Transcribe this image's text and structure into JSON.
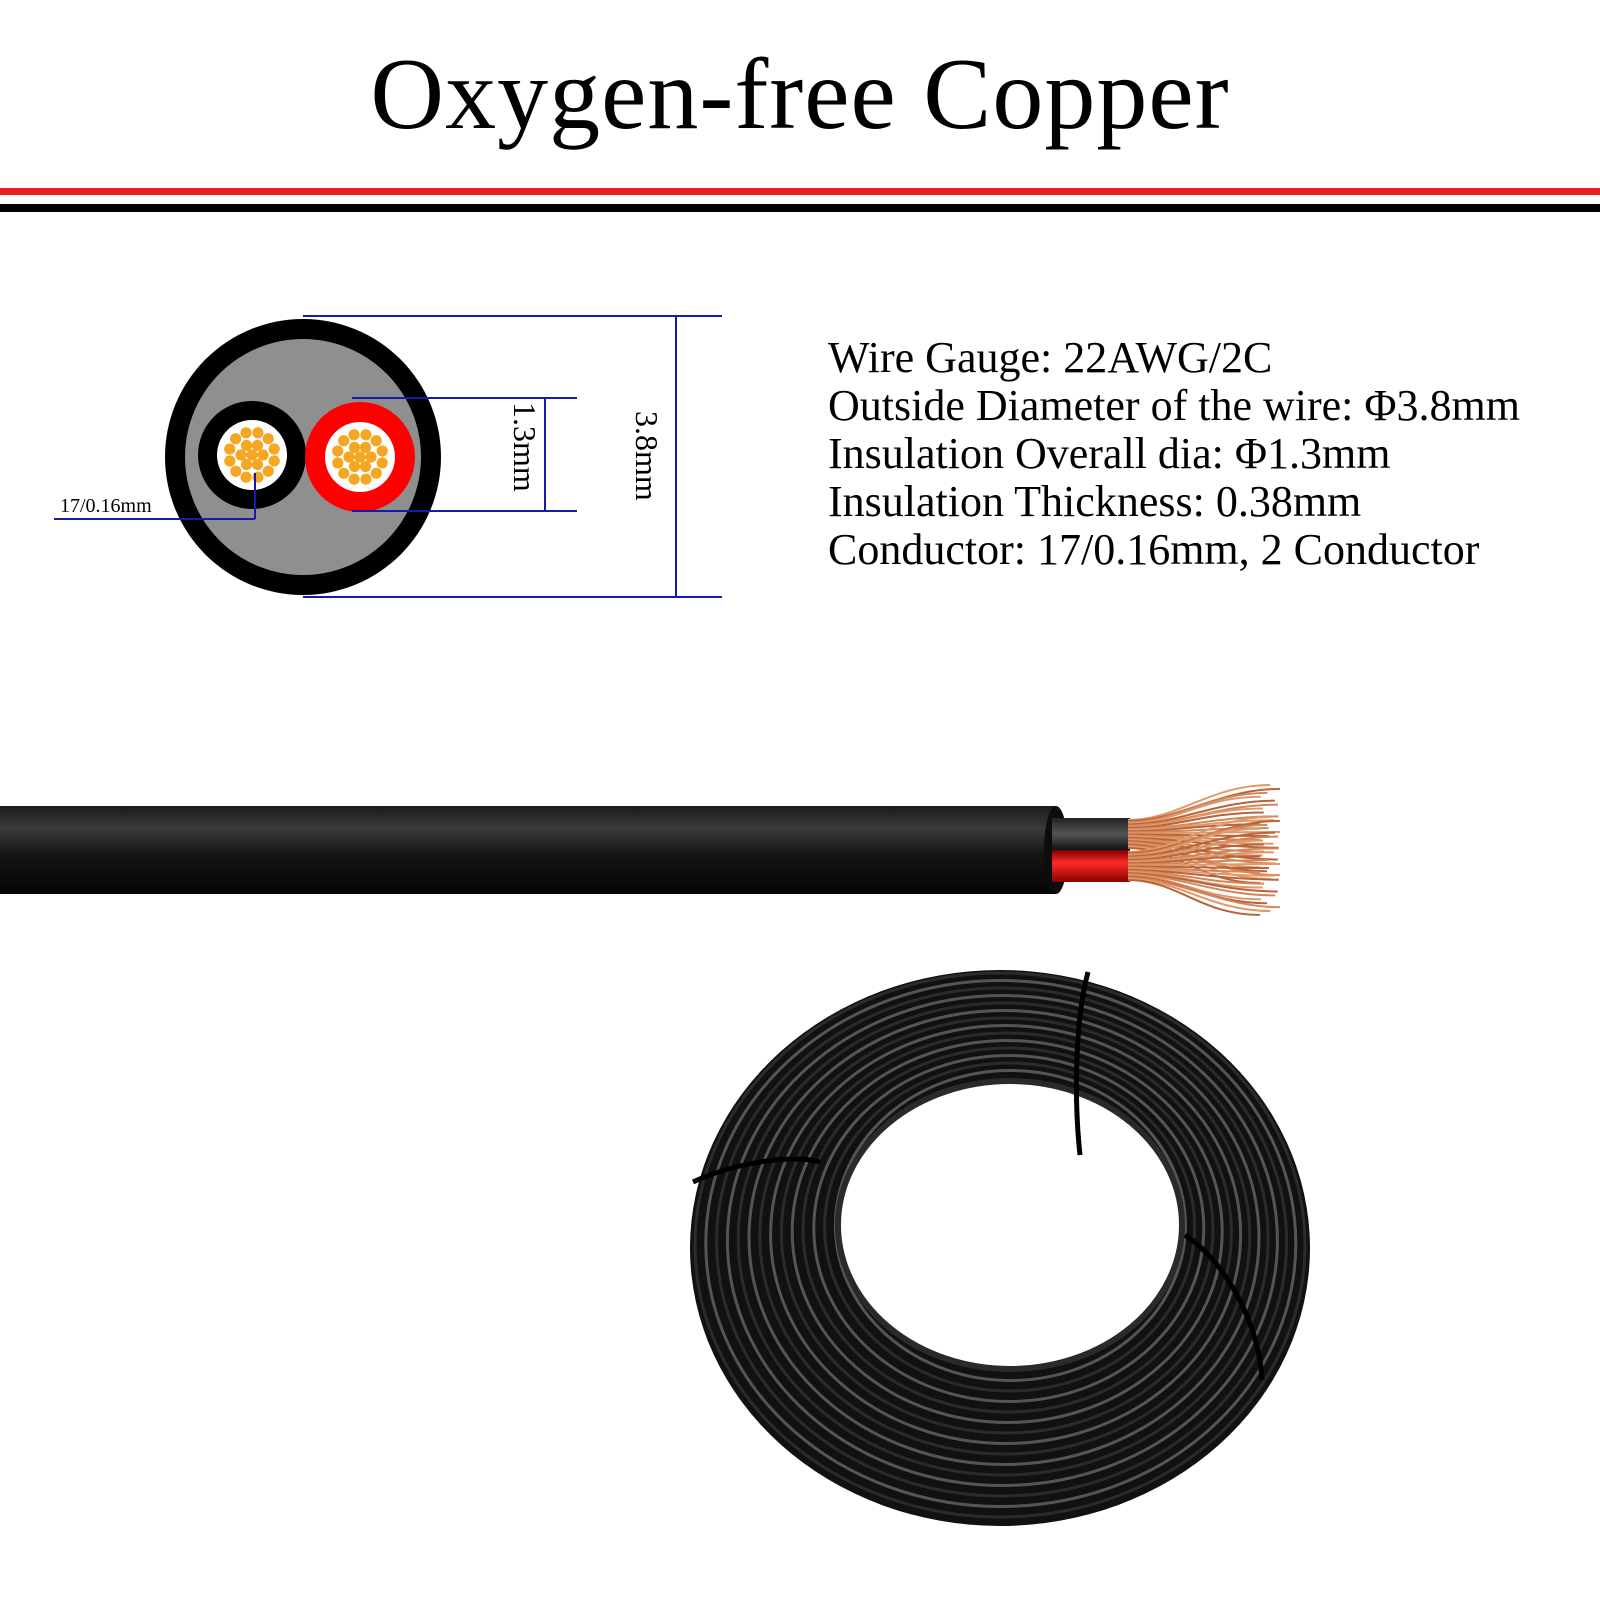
{
  "header": {
    "title": "Oxygen-free Copper"
  },
  "colors": {
    "stripe_red": "#ee1c1c",
    "stripe_black": "#000000",
    "jacket_black": "#000000",
    "filler_gray": "#8f8f8f",
    "insulation_red": "#ff0000",
    "strand_orange": "#f5a623",
    "dimension_blue": "#1a1aa8"
  },
  "cross_section": {
    "label_conductor": "17/0.16mm",
    "label_insulation": "1.3mm",
    "label_outer": "3.8mm"
  },
  "specs": [
    "Wire Gauge: 22AWG/2C",
    "Outside Diameter of the wire: Φ3.8mm",
    "Insulation Overall dia: Φ1.3mm",
    "Insulation Thickness: 0.38mm",
    "Conductor: 17/0.16mm, 2 Conductor"
  ]
}
